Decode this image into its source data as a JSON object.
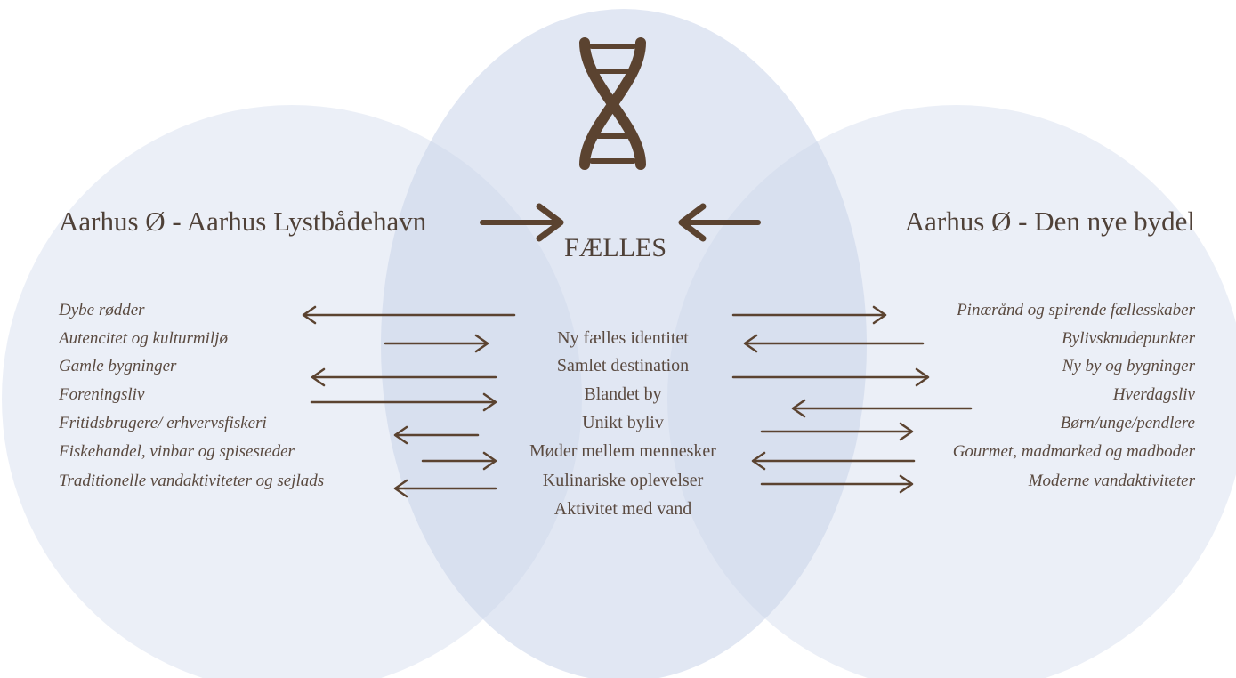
{
  "colors": {
    "circle_fill": "#d7dff0",
    "arrow": "#5b4330",
    "text": "#5a4a40"
  },
  "icon": "dna-icon",
  "left": {
    "title": "Aarhus Ø - Aarhus Lystbådehavn",
    "items": [
      "Dybe rødder",
      "Autencitet og kulturmiljø",
      "Gamle bygninger",
      "Foreningsliv",
      "Fritidsbrugere/ erhvervsfiskeri",
      "Fiskehandel, vinbar og spisesteder",
      "Traditionelle vandaktiviteter og sejlads"
    ]
  },
  "center": {
    "title": "FÆLLES",
    "items": [
      "Ny fælles identitet",
      "Samlet destination",
      "Blandet by",
      "Unikt byliv",
      "Møder mellem mennesker",
      "Kulinariske oplevelser",
      "Aktivitet med vand"
    ]
  },
  "right": {
    "title": "Aarhus Ø - Den nye bydel",
    "items": [
      "Pinærånd og spirende fællesskaber",
      "Bylivsknudepunkter",
      "Ny by og bygninger",
      "Hverdagsliv",
      "Børn/unge/pendlere",
      "Gourmet, madmarked og madboder",
      "Moderne vandaktiviteter"
    ]
  }
}
